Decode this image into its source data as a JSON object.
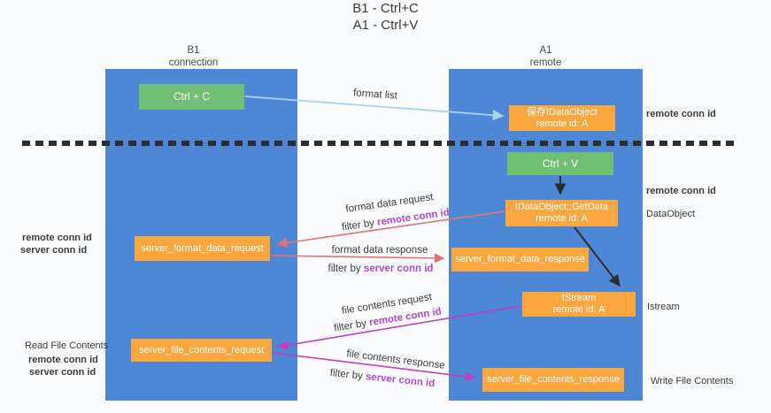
{
  "title": {
    "line1": "B1 - Ctrl+C",
    "line2": "A1 - Ctrl+V"
  },
  "lanes": {
    "left": {
      "title": "B1",
      "subtitle": "connection"
    },
    "right": {
      "title": "A1",
      "subtitle": "remote"
    }
  },
  "nodes": {
    "ctrl_c": {
      "label": "Ctrl + C"
    },
    "ctrl_v": {
      "label": "Ctrl + V"
    },
    "save_dataobject": {
      "line1": "保存IDataObject",
      "line2": "remote id: A"
    },
    "getdata": {
      "line1": "IDataObject::GetData",
      "line2": "remote id: A"
    },
    "istream": {
      "line1": "IStream",
      "line2": "remote id: A"
    },
    "format_request": {
      "label": "server_format_data_request"
    },
    "format_response": {
      "label": "server_format_data_response"
    },
    "file_request": {
      "label": "server_file_contents_request"
    },
    "file_response": {
      "label": "server_file_contents_response"
    }
  },
  "edge_labels": {
    "format_list": "format list",
    "format_data_request": "format data request",
    "format_data_response": "format data response",
    "file_contents_request": "file contents request",
    "file_contents_response": "file contents response",
    "filter_by": "filter by",
    "remote_conn_id": "remote conn id",
    "server_conn_id": "server conn id"
  },
  "side_labels": {
    "right_top_remote_conn_id": "remote conn id",
    "right_mid_remote_conn_id": "remote conn id",
    "dataobject": "DataObject",
    "istream": "Istream",
    "write_file_contents": "Write File Contents",
    "left_remote_conn_id": "remote conn id",
    "left_server_conn_id": "server conn id",
    "read_file_contents": "Read File Contents",
    "bottom_remote_conn_id": "remote conn id",
    "bottom_server_conn_id": "server conn id"
  },
  "colors": {
    "lane_blue": "#4e87d6",
    "box_green": "#71bf72",
    "box_orange": "#f9a73e",
    "arrow_light_blue": "#a9d3f2",
    "arrow_black": "#2d2d2d",
    "arrow_salmon": "#e4736c",
    "arrow_magenta": "#c63dbd",
    "text_purple": "#a94ccb",
    "text_green": "#55b055"
  }
}
